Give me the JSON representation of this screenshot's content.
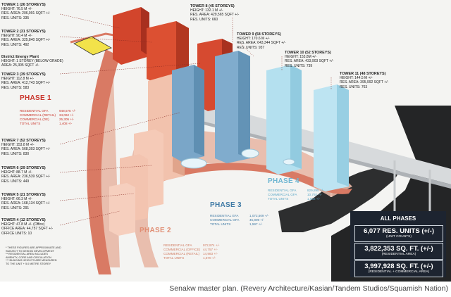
{
  "towers": {
    "t1": {
      "title": "TOWER 1 (26 STOREYS)",
      "height": "HEIGHT: 76.5 M +/-",
      "area": "RES. AREA: 206,991 SQFT +/-",
      "units": "RES. UNITS: 335"
    },
    "t2": {
      "title": "TOWER 2 (31 STOREYS)",
      "height": "HEIGHT: 90.4 M +/-",
      "area": "RES. AREA: 325,840 SQFT +/-",
      "units": "RES. UNITS: 492"
    },
    "dep": {
      "title": "District Energy Plant",
      "height": "HEIGHT: 1 STOREY (BELOW GRADE)",
      "area": "AREA: 25,305 SQFT +/-"
    },
    "t3": {
      "title": "TOWER 3 (39 STOREYS)",
      "height": "HEIGHT: 112.8 M +/-",
      "area": "RES. AREA: 412,743 SQFT +/-",
      "units": "RES. UNITS: 583"
    },
    "t7": {
      "title": "TOWER 7 (52 STOREYS)",
      "height": "HEIGHT: 153.8 M +/-",
      "area": "RES. AREA: 568,303 SQFT +/-",
      "units": "RES. UNITS: 830"
    },
    "t6": {
      "title": "TOWER 6 (29 STOREYS)",
      "height": "HEIGHT: 88.7 M +/-",
      "area": "RES. AREA: 236,539 SQFT +/-",
      "units": "RES. UNITS: 449"
    },
    "t5": {
      "title": "TOWER 5 (21 STOREYS)",
      "height": "HEIGHT: 66.3 M +/-",
      "area": "RES. AREA: 168,134 SQFT +/-",
      "units": "RES. UNITS: 291"
    },
    "t4": {
      "title": "TOWER 4 (12 STOREYS)",
      "height": "HEIGHT: 47.8 M +/- (Office)",
      "area": "OFFICE AREA: 44,757 SQFT +/-",
      "units": "OFFICE UNITS: 10"
    },
    "t8": {
      "title": "TOWER 8 (45 STOREYS)",
      "height": "HEIGHT: 132.1 M +/-",
      "area": "RES. AREA: 429,565 SQFT +/-",
      "units": "RES. UNITS: 660"
    },
    "t9": {
      "title": "TOWER 9 (58 STOREYS)",
      "height": "HEIGHT: 170.6 M +/-",
      "area": "RES. AREA: 643,344 SQFT +/-",
      "units": "RES. UNITS: 937"
    },
    "t10": {
      "title": "TOWER 10 (52 STOREYS)",
      "height": "HEIGHT: 153.8M +/-",
      "area": "RES. AREA: 433,903 SQFT +/-",
      "units": "RES. UNITS: 739"
    },
    "t11": {
      "title": "TOWER 11 (48 STOREYS)",
      "height": "HEIGHT: 144.5 M +/-",
      "area": "RES. AREA: 395,992 SQFT +/-",
      "units": "RES. UNITS: 763"
    }
  },
  "phases": {
    "p1": {
      "label": "PHASE 1",
      "rows": [
        [
          "RESIDENTIAL GFA",
          "948,575 +/-"
        ],
        [
          "COMMERCIAL (RETAIL)",
          "34,062 +/-"
        ],
        [
          "COMMERCIAL (DE)",
          "25,305 +/-"
        ],
        [
          "TOTAL UNITS",
          "1,408 +/-"
        ]
      ]
    },
    "p2": {
      "label": "PHASE 2",
      "rows": [
        [
          "RESIDENTIAL GFA",
          "972,974 +/-"
        ],
        [
          "COMMERCIAL (OFFICE)",
          "44,757 +/-"
        ],
        [
          "COMMERCIAL (RETAIL)",
          "14,983 +/-"
        ],
        [
          "TOTAL UNITS",
          "1,570 +/-"
        ]
      ]
    },
    "p3": {
      "label": "PHASE 3",
      "rows": [
        [
          "RESIDENTIAL GFA",
          "1,072,509 +/-"
        ],
        [
          "COMMERCIAL GFA",
          "45,809 +/-"
        ],
        [
          "TOTAL UNITS",
          "1,597 +/-"
        ]
      ]
    },
    "p4": {
      "label": "PHASE 4",
      "rows": [
        [
          "RESIDENTIAL GFA",
          "829,895 +/-"
        ],
        [
          "COMMERCIAL GFA",
          "10,792 +/-"
        ],
        [
          "TOTAL UNITS",
          "1,502 +/-"
        ]
      ]
    }
  },
  "all_phases": {
    "title": "ALL PHASES",
    "units_value": "6,077 RES. UNITS (+/-)",
    "units_sub": "(UNIT COUNTS)",
    "res_value": "3,822,353 SQ. FT.   (+/-)",
    "res_sub": "(RESIDENTIAL AREA)",
    "total_value": "3,997,928 SQ. FT.   (+/-)",
    "total_sub": "(RESIDENTIAL + COMMERCIAL AREA)"
  },
  "footnotes": [
    "* THESE FIGURES ARE APPROXIMATE AND",
    "SUBJECT TO DESIGN DEVELOPMENT",
    "** RESIDENTIAL AREA INCLUDES",
    "AMENITY, CORE AND CIRCULATION",
    "*** BUILDING HEIGHTS ARE MEASURED",
    "TO THE UNIT + 5.0 METRE STOREY"
  ],
  "caption": "Senakw master plan. (Revery Architecture/Kasian/Tandem Studios/Squamish Nation)",
  "colors": {
    "phase1": "#c9342a",
    "phase2": "#e8a48c",
    "phase3": "#5a8fb4",
    "phase4": "#9fd3e6",
    "panel": "#1d2430",
    "water": "#222324",
    "ground": "#d97a64"
  }
}
